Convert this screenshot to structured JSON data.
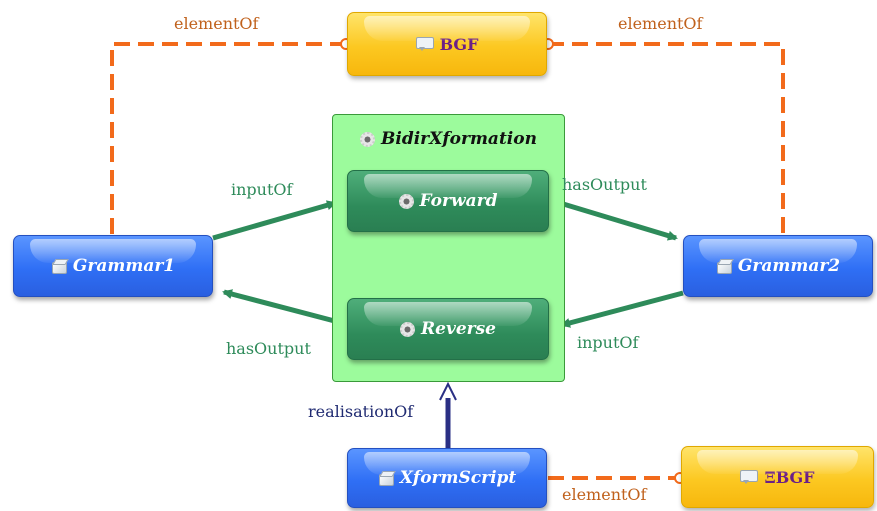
{
  "nodes": {
    "grammar1": {
      "label": "Grammar1",
      "icon": "cube-icon"
    },
    "grammar2": {
      "label": "Grammar2",
      "icon": "cube-icon"
    },
    "bgf_top": {
      "label": "BGF",
      "icon": "comment-icon"
    },
    "bgf_bottom": {
      "label": "ΞBGF",
      "icon": "comment-icon"
    },
    "xformscript": {
      "label": "XformScript",
      "icon": "cube-icon"
    },
    "container": {
      "label": "BidirXformation",
      "icon": "gear-icon"
    },
    "forward": {
      "label": "Forward",
      "icon": "gear-icon"
    },
    "reverse": {
      "label": "Reverse",
      "icon": "gear-icon"
    }
  },
  "edges": {
    "elementof_left": "elementOf",
    "elementof_right": "elementOf",
    "elementof_bottom": "elementOf",
    "inputof_left": "inputOf",
    "hasoutput_right": "hasOutput",
    "inputof_right": "inputOf",
    "hasoutput_left": "hasOutput",
    "realisationof": "realisationOf"
  },
  "colors": {
    "elementof": "#f26a1b",
    "flow": "#2e8b5a",
    "realisation": "#2a2f84",
    "class_node": "#2f6ff5",
    "comment_node": "#fcc821",
    "container_fill": "#9cfb9c"
  }
}
